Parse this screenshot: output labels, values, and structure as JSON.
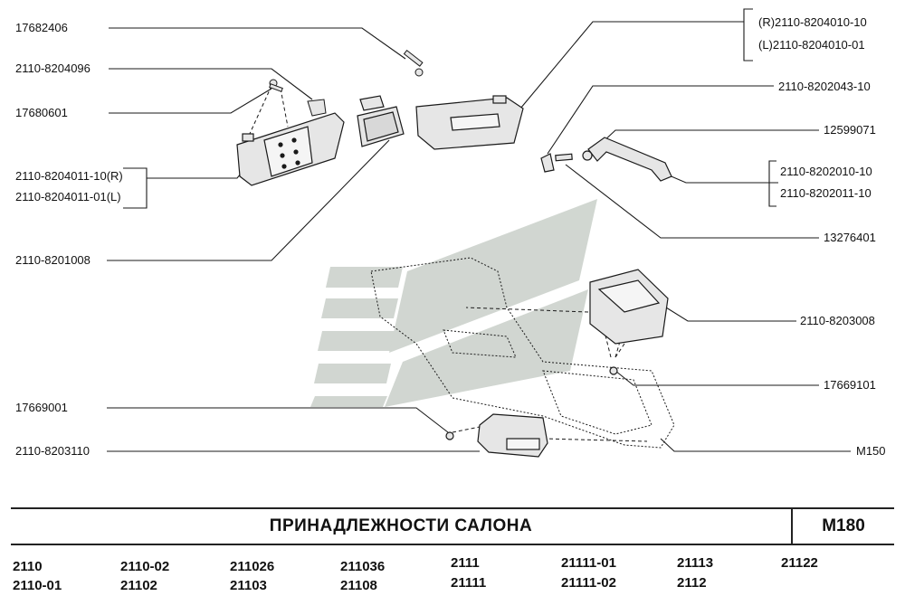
{
  "parts": {
    "p17682406": "17682406",
    "p2110_8204096": "2110-8204096",
    "p17680601": "17680601",
    "p2110_8204011_10r": "2110-8204011-10(R)",
    "p2110_8204011_01l": "2110-8204011-01(L)",
    "p2110_8201008": "2110-8201008",
    "p17669001": "17669001",
    "p2110_8203110": "2110-8203110",
    "p2110_8204010_10r": "(R)2110-8204010-10",
    "p2110_8204010_01l": "(L)2110-8204010-01",
    "p2110_8202043_10": "2110-8202043-10",
    "p12599071": "12599071",
    "p2110_8202010_10": "2110-8202010-10",
    "p2110_8202011_10": "2110-8202011-10",
    "p13276401": "13276401",
    "p2110_8203008": "2110-8203008",
    "p17669101": "17669101",
    "pM150": "M150"
  },
  "footer": {
    "title": "ПРИНАДЛЕЖНОСТИ  САЛОНА",
    "code": "M180",
    "models": [
      "2110",
      "2110-01",
      "2110-02",
      "21102",
      "211026",
      "21103",
      "211036",
      "21108",
      "2111",
      "21111",
      "21111-01",
      "21111-02",
      "21113",
      "2112",
      "21122"
    ]
  },
  "colors": {
    "line": "#1a1a1a",
    "watermark": "#c9d0c9",
    "part_fill": "#e6e6e6"
  }
}
